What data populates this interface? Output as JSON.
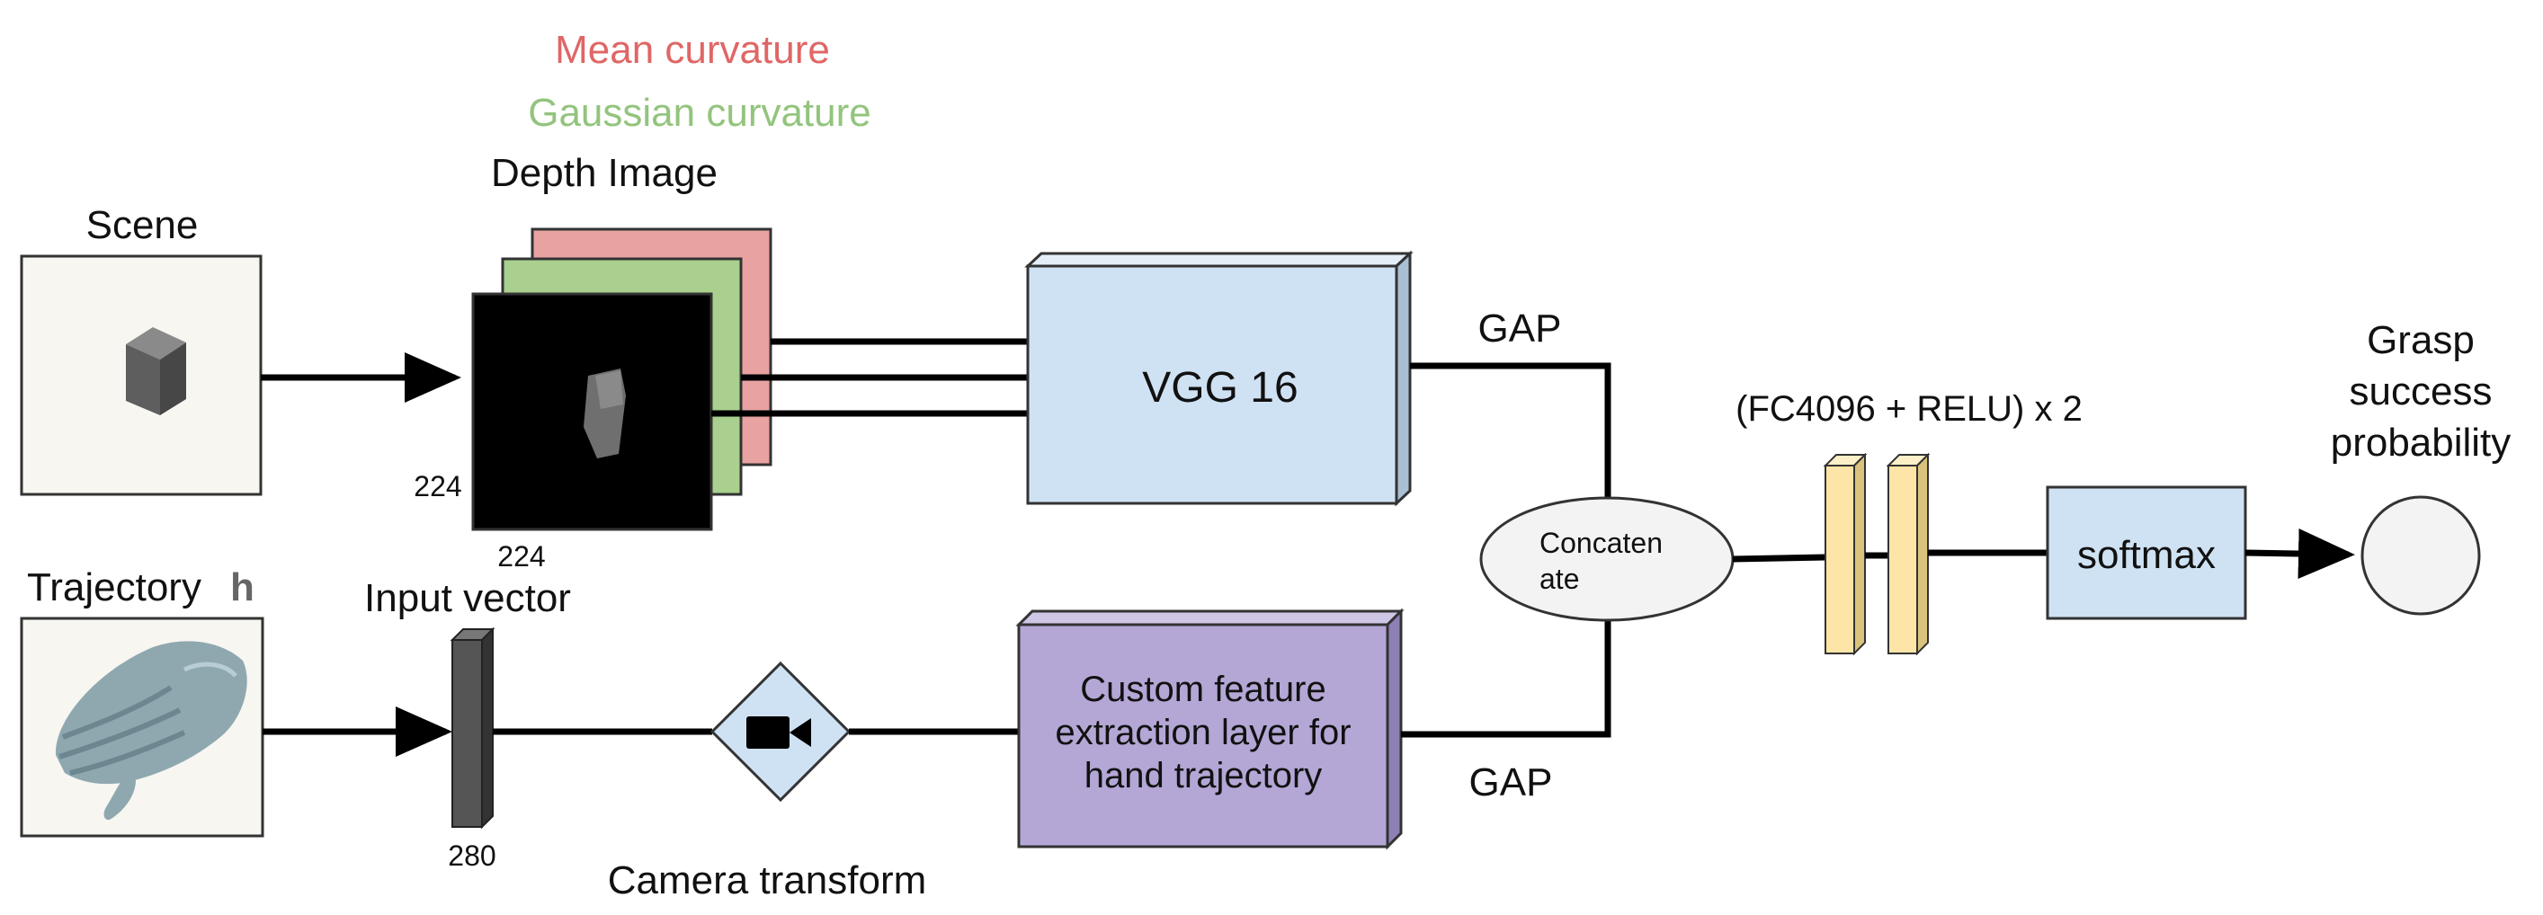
{
  "labels": {
    "mean_curvature": "Mean curvature",
    "gaussian_curvature": "Gaussian curvature",
    "depth_image": "Depth Image",
    "scene": "Scene",
    "trajectory": "Trajectory",
    "trajectory_symbol": "h",
    "input_vector": "Input vector",
    "dim_224_side": "224",
    "dim_224_bottom": "224",
    "dim_280": "280",
    "camera_transform": "Camera transform",
    "vgg16": "VGG 16",
    "gap_top": "GAP",
    "gap_bottom": "GAP",
    "concatenate_line1": "Concaten",
    "concatenate_line2": "ate",
    "fc_layers": "(FC4096 + RELU) x 2",
    "softmax": "softmax",
    "custom_line1": "Custom feature",
    "custom_line2": "extraction layer for",
    "custom_line3": "hand trajectory",
    "grasp_line1": "Grasp",
    "grasp_line2": "success",
    "grasp_line3": "probability"
  },
  "colors": {
    "mean_curvature": "#e06666",
    "gaussian_curvature": "#93c47d",
    "mean_layer_fill": "#e8a2a2",
    "gaussian_layer_fill": "#a9d08e",
    "vgg_fill": "#cfe2f3",
    "custom_fill": "#b4a7d6",
    "fc_fill": "#fce5a6",
    "softmax_fill": "#cfe2f3",
    "concat_fill": "#f3f3f3",
    "camera_fill": "#cfe2f3",
    "input_vector_fill": "#555555",
    "output_circle_fill": "#f3f3f3",
    "trajectory_symbol": "#666666"
  }
}
